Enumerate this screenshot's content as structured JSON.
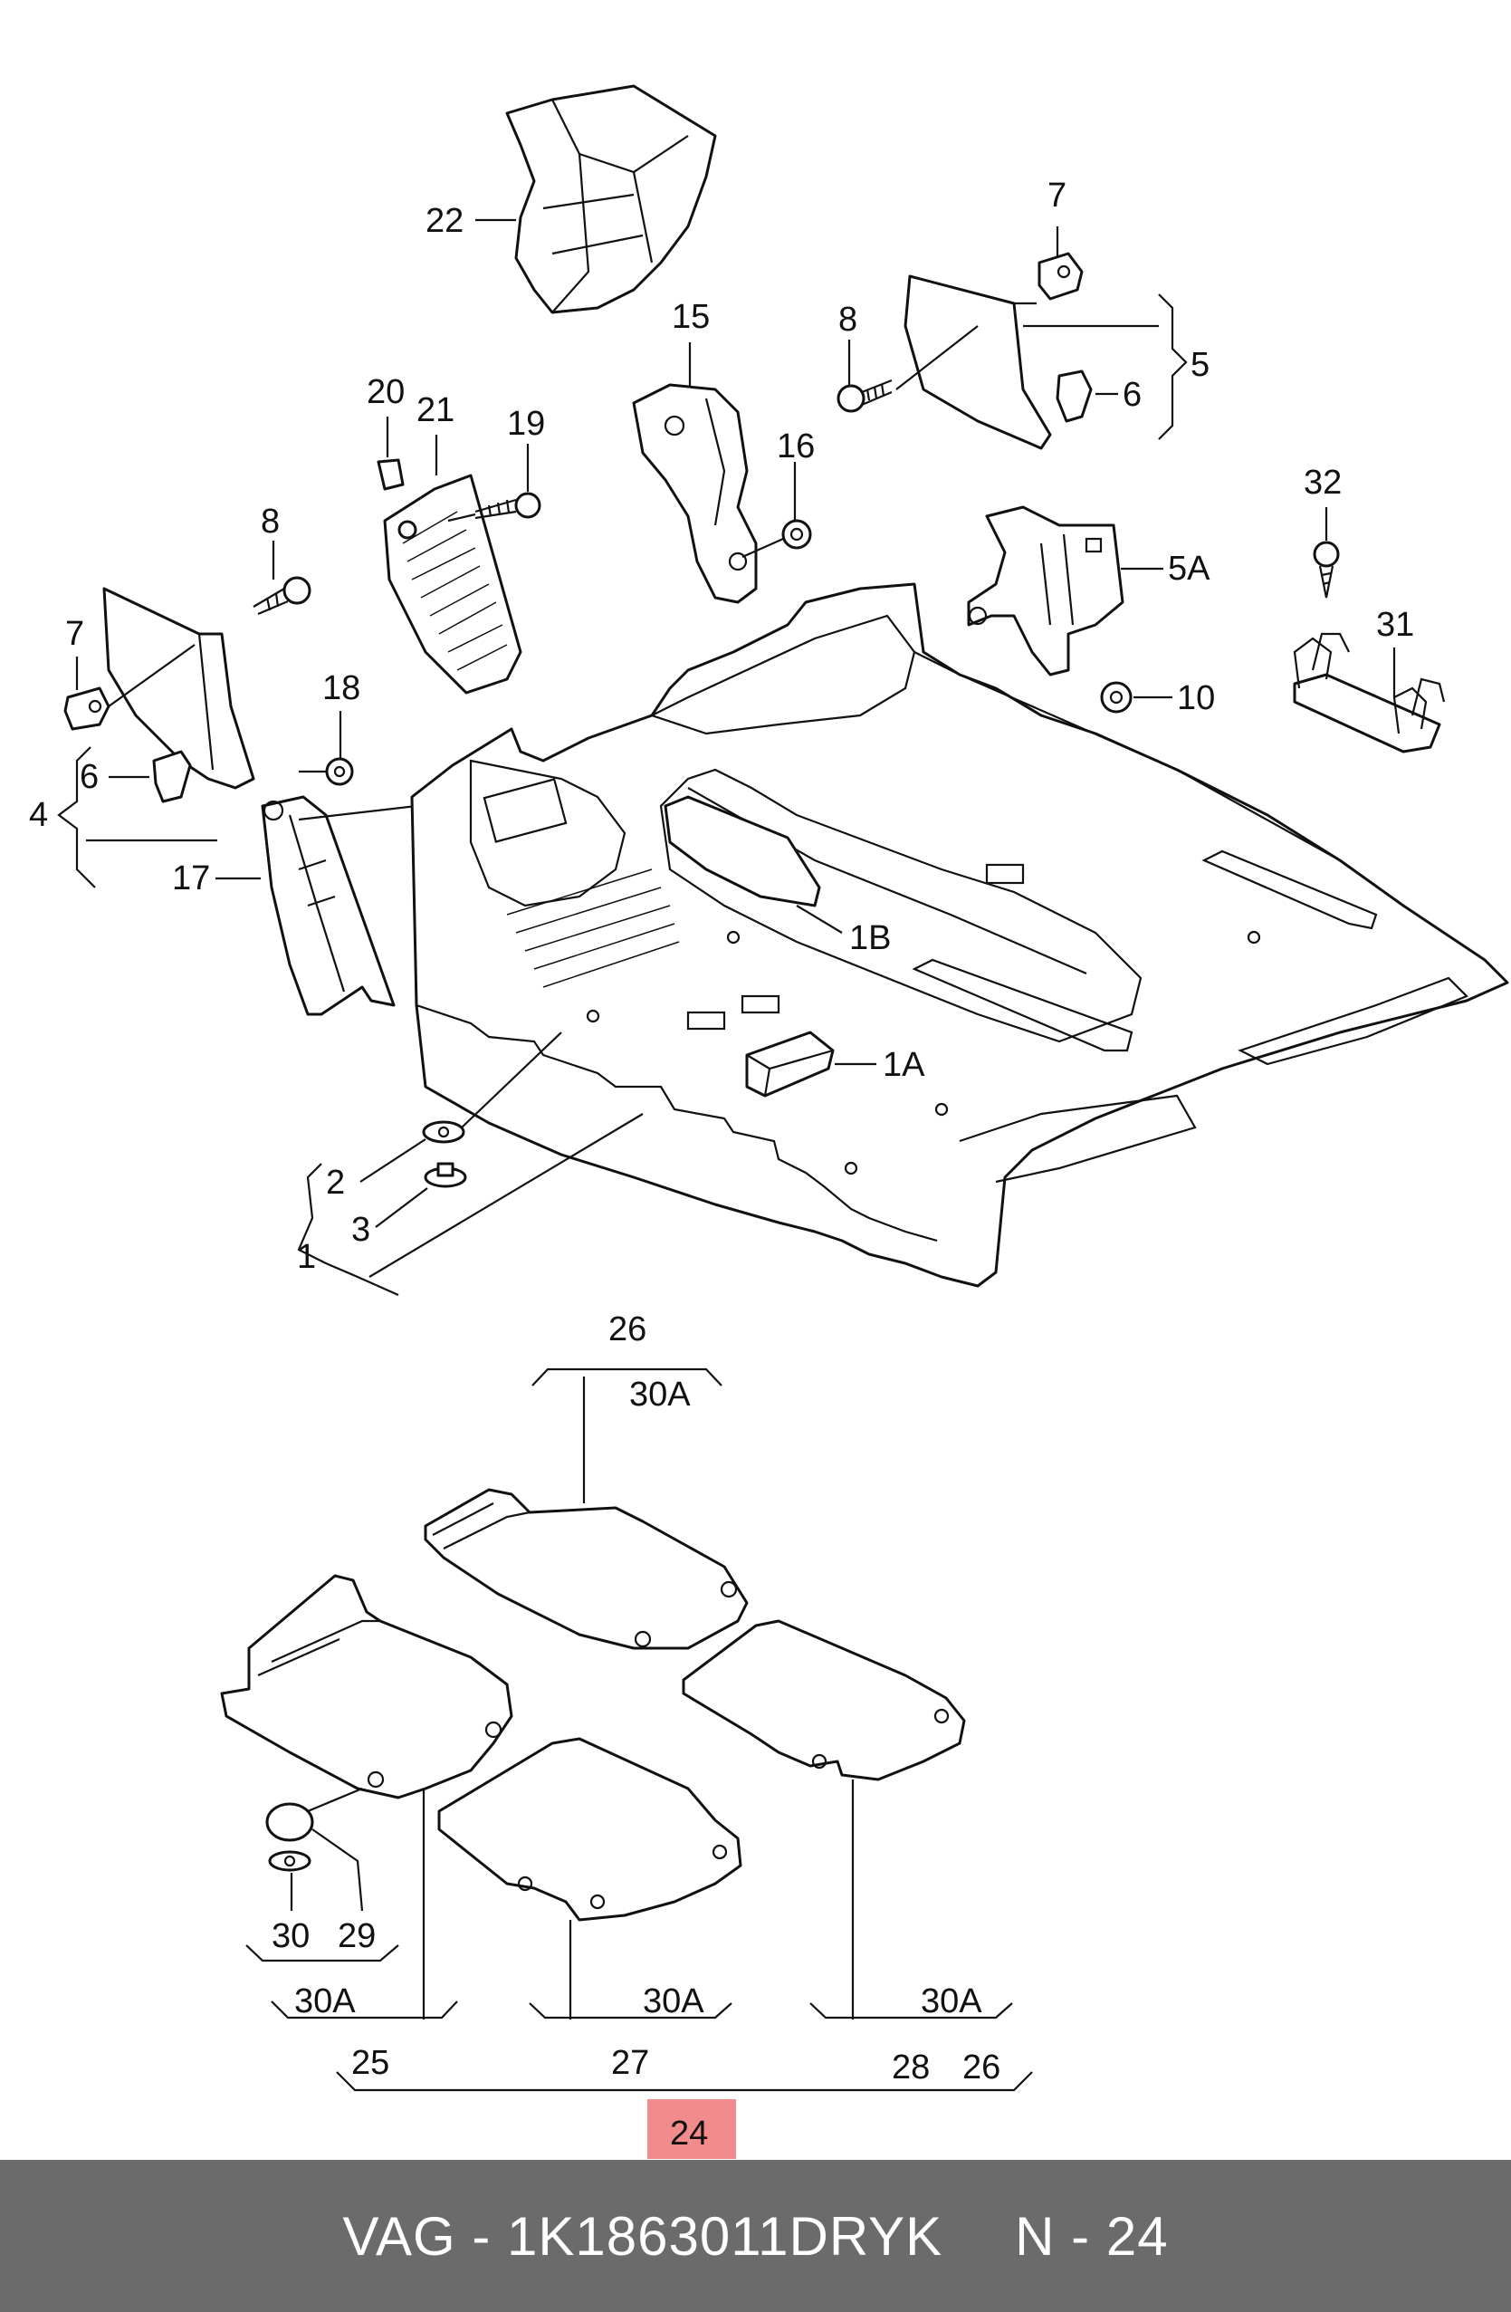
{
  "diagram": {
    "labels": {
      "l1": "1",
      "l1a": "1A",
      "l1b": "1B",
      "l2": "2",
      "l3": "3",
      "l4": "4",
      "l5": "5",
      "l5a": "5A",
      "l6a": "6",
      "l6b": "6",
      "l7a": "7",
      "l7b": "7",
      "l8a": "8",
      "l8b": "8",
      "l10": "10",
      "l15": "15",
      "l16": "16",
      "l17": "17",
      "l18": "18",
      "l19": "19",
      "l20": "20",
      "l21": "21",
      "l22": "22",
      "l24": "24",
      "l25": "25",
      "l26a": "26",
      "l26b": "26",
      "l27": "27",
      "l28": "28",
      "l29": "29",
      "l30": "30",
      "l30a1": "30A",
      "l30a2": "30A",
      "l30a3": "30A",
      "l30a4": "30A",
      "l31": "31",
      "l32": "32"
    },
    "highlight_color": "#f28b8b"
  },
  "footer": {
    "brand": "VAG",
    "separator": "-",
    "part_number": "1K1863011DRYK",
    "position_label": "N - 24",
    "background": "#6b6b6b"
  }
}
